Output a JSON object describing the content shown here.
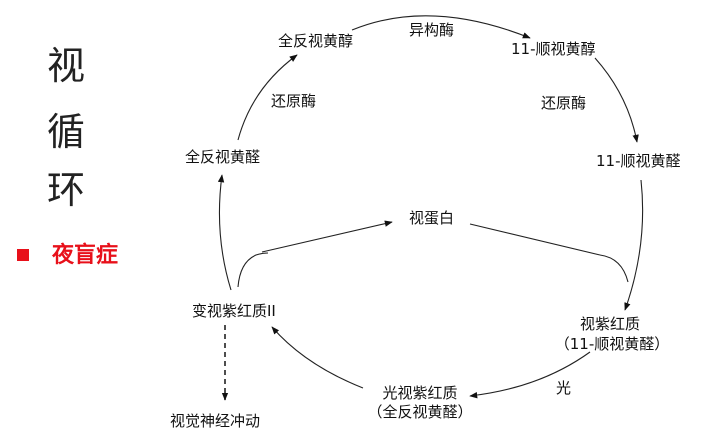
{
  "title": [
    "视",
    "循",
    "环"
  ],
  "bullet": {
    "text": "夜盲症",
    "color": "#e8101a"
  },
  "nodes": {
    "all_trans_retinol": "全反视黄醇",
    "isomerase": "异构酶",
    "cis_retinol": "11-顺视黄醇",
    "reductase_left": "还原酶",
    "reductase_right": "还原酶",
    "all_trans_retinal": "全反视黄醛",
    "cis_retinal": "11-顺视黄醛",
    "opsin": "视蛋白",
    "rhodopsin": "视紫红质",
    "rhodopsin_sub": "（11-顺视黄醛）",
    "metarhodopsin": "变视紫红质II",
    "lumirhodopsin": "光视紫红质",
    "lumirhodopsin_sub": "（全反视黄醛）",
    "light": "光",
    "nerve_impulse": "视觉神经冲动"
  }
}
